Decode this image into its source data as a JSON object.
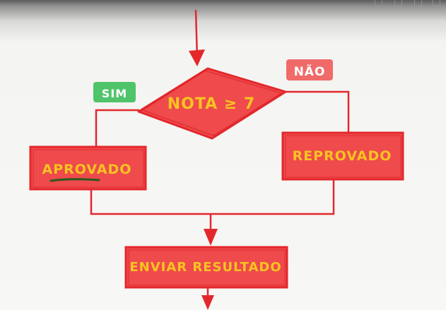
{
  "flowchart": {
    "decision": "NOTA ≥ 7",
    "yes_label": "SIM",
    "no_label": "NÃO",
    "yes_box": "APROVADO",
    "no_box": "REPROVADO",
    "final_box": "ENVIAR RESULTADO"
  },
  "colors": {
    "line": "#e3282c",
    "fill": "#ef4a4c",
    "text": "#f7c421",
    "yes_badge": "#4fc46a",
    "no_badge": "#f06a6a",
    "underline": "#2b5a1f"
  },
  "toolbar": {
    "icons": [
      "cloud-icon",
      "document-icon",
      "copy-icon",
      "panel-icon"
    ]
  }
}
